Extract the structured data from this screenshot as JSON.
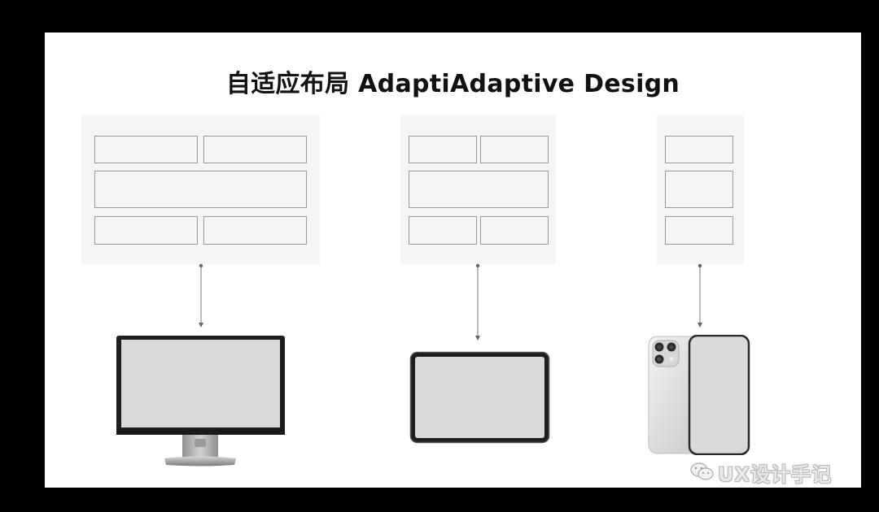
{
  "slide": {
    "title": "自适应布局 AdaptiAdaptive Design"
  },
  "layouts": [
    {
      "device": "desktop",
      "grid": "two-column-full-two-column"
    },
    {
      "device": "tablet",
      "grid": "two-column-full-two-column"
    },
    {
      "device": "phone",
      "grid": "single-column"
    }
  ],
  "colors": {
    "frame": "#000000",
    "slide": "#ffffff",
    "wireframe_bg": "#f5f5f5",
    "box_border": "#9a9a9a",
    "screen": "#d9d9d9",
    "bezel": "#222222"
  },
  "watermark": {
    "text": "UX设计手记",
    "icon": "wechat-icon"
  }
}
